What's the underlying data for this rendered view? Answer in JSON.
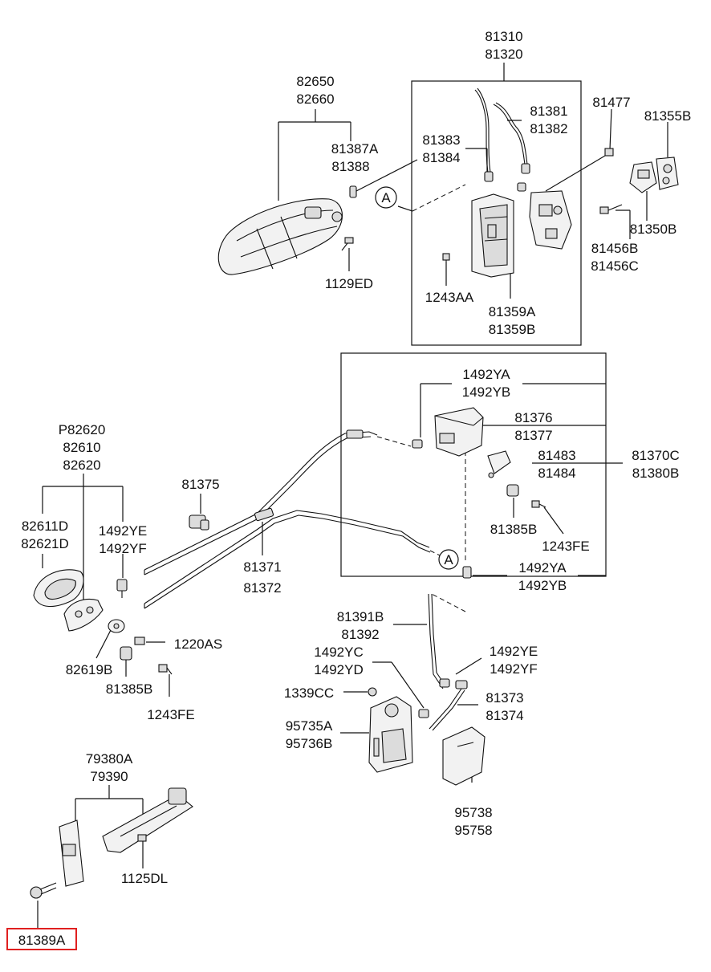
{
  "diagram": {
    "labels": {
      "l_81310": "81310",
      "l_81320": "81320",
      "l_82650": "82650",
      "l_82660": "82660",
      "l_81381": "81381",
      "l_81382": "81382",
      "l_81477": "81477",
      "l_81355B": "81355B",
      "l_81387A": "81387A",
      "l_81388": "81388",
      "l_81383": "81383",
      "l_81384": "81384",
      "l_A1": "A",
      "l_81350B": "81350B",
      "l_81456B": "81456B",
      "l_81456C": "81456C",
      "l_1129ED": "1129ED",
      "l_1243AA": "1243AA",
      "l_81359A": "81359A",
      "l_81359B": "81359B",
      "l_1492YA_1": "1492YA",
      "l_1492YB_1": "1492YB",
      "l_81376": "81376",
      "l_81377": "81377",
      "l_P82620": "P82620",
      "l_82610": "82610",
      "l_82620": "82620",
      "l_81483": "81483",
      "l_81484": "81484",
      "l_81370C": "81370C",
      "l_81380B": "81380B",
      "l_81375": "81375",
      "l_82611D": "82611D",
      "l_82621D": "82621D",
      "l_81385B_1": "81385B",
      "l_1492YE_1": "1492YE",
      "l_1492YF_1": "1492YF",
      "l_1243FE_1": "1243FE",
      "l_81371": "81371",
      "l_81372": "81372",
      "l_A2": "A",
      "l_1492YA_2": "1492YA",
      "l_1492YB_2": "1492YB",
      "l_81391B": "81391B",
      "l_81392": "81392",
      "l_1220AS": "1220AS",
      "l_1492YC": "1492YC",
      "l_1492YD": "1492YD",
      "l_1492YE_2": "1492YE",
      "l_1492YF_2": "1492YF",
      "l_82619B": "82619B",
      "l_81385B_2": "81385B",
      "l_1339CC": "1339CC",
      "l_81373": "81373",
      "l_81374": "81374",
      "l_1243FE_2": "1243FE",
      "l_95735A": "95735A",
      "l_95736B": "95736B",
      "l_79380A": "79380A",
      "l_79390": "79390",
      "l_95738": "95738",
      "l_95758": "95758",
      "l_1125DL": "1125DL",
      "l_81389A": "81389A"
    },
    "highlight_color": "#e02020"
  }
}
